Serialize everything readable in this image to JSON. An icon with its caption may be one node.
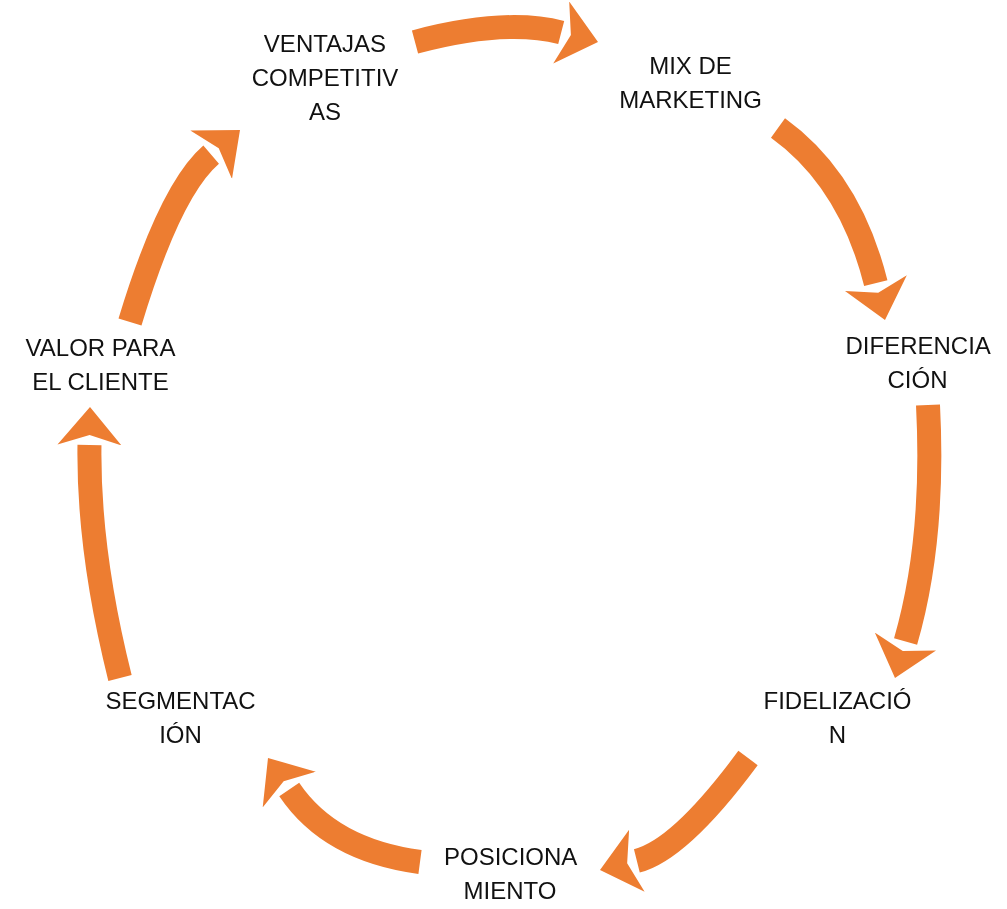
{
  "diagram": {
    "nodes": [
      {
        "text": [
          "VENTAJAS COMPETITIV AS"
        ]
      },
      {
        "text": [
          "MIX DE MARKETING"
        ]
      },
      {
        "text": [
          "DIFERENCIA CIÓN"
        ]
      },
      {
        "text": [
          "FIDELIZACIÓ N"
        ]
      },
      {
        "text": [
          "POSICIONA MIENTO"
        ]
      },
      {
        "text": [
          "SEGMENTAC IÓN"
        ]
      },
      {
        "text": [
          "VALOR PARA EL CLIENTE"
        ]
      }
    ],
    "edges": [
      {
        "from": 0,
        "to": 1,
        "arrow": "to"
      },
      {
        "from": 1,
        "to": 2,
        "arrow": "to"
      },
      {
        "from": 2,
        "to": 3,
        "arrow": "to"
      },
      {
        "from": 3,
        "to": 4,
        "arrow": "to"
      },
      {
        "from": 4,
        "to": 5,
        "arrow": "to"
      },
      {
        "from": 5,
        "to": 6,
        "arrow": "to"
      },
      {
        "from": 6,
        "to": 0,
        "arrow": "to"
      }
    ]
  }
}
